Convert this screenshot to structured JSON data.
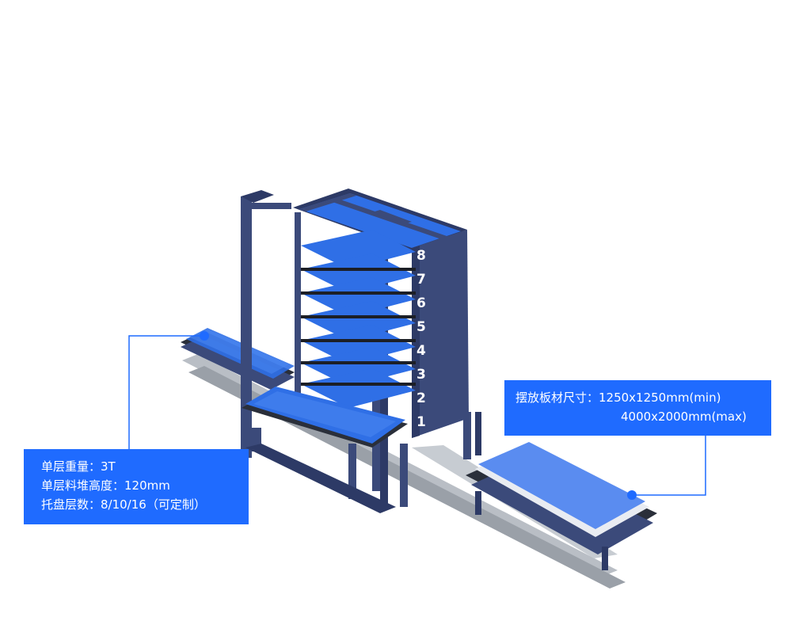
{
  "callout_left": {
    "line1": "单层重量：3T",
    "line2": "单层料堆高度：120mm",
    "line3": "托盘层数：8/10/16（可定制）"
  },
  "callout_right": {
    "line1": "摆放板材尺寸：1250x1250mm(min)",
    "line2": "4000x2000mm(max)"
  },
  "tower": {
    "levels": [
      "8",
      "7",
      "6",
      "5",
      "4",
      "3",
      "2",
      "1"
    ]
  },
  "colors": {
    "frame": "#3b4a7a",
    "accent_blue": "#1f6bff",
    "tray_blue": "#2f6fe6",
    "rail": "#9aa0a8"
  }
}
